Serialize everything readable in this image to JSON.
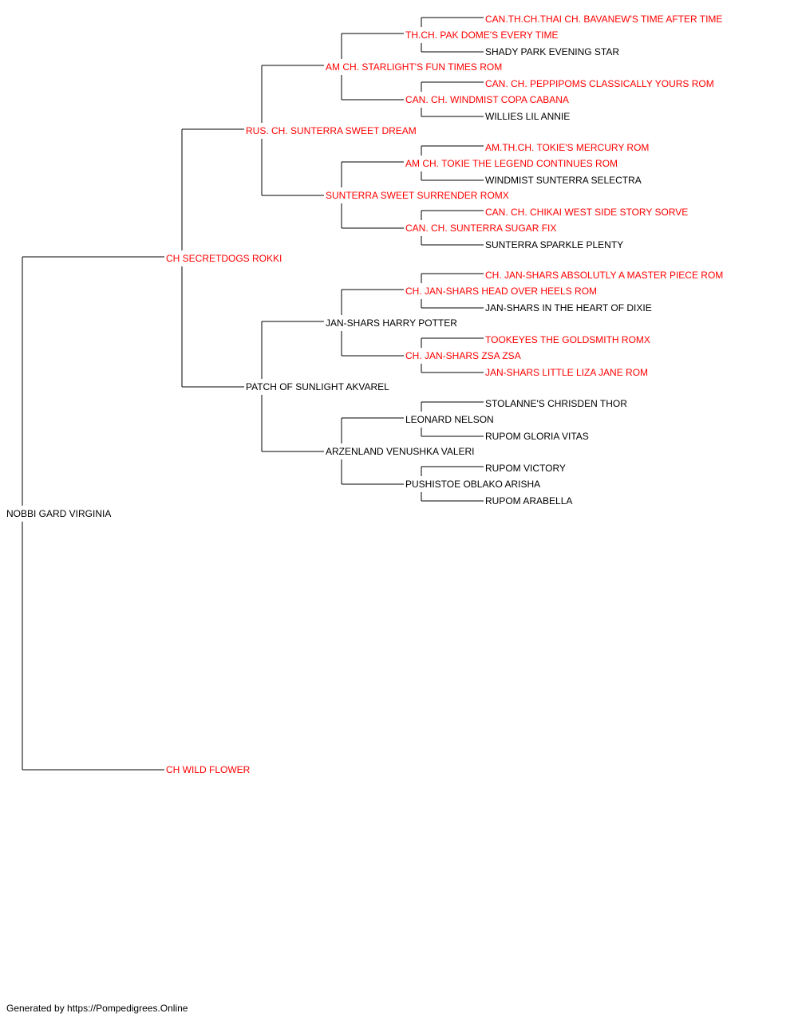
{
  "colors": {
    "champion": "#ff0000",
    "regular": "#000000",
    "line": "#000000"
  },
  "pedigree": {
    "name": "NOBBI GARD VIRGINIA",
    "champion": false,
    "sire": {
      "name": "CH SECRETDOGS ROKKI",
      "champion": true,
      "sire": {
        "name": "RUS. CH. SUNTERRA SWEET DREAM",
        "champion": true,
        "sire": {
          "name": "AM CH. STARLIGHT'S FUN TIMES ROM",
          "champion": true,
          "sire": {
            "name": "TH.CH. PAK DOME'S EVERY TIME",
            "champion": true,
            "sire": {
              "name": "CAN.TH.CH.THAI CH. BAVANEW'S TIME AFTER TIME",
              "champion": true
            },
            "dam": {
              "name": "SHADY PARK EVENING STAR",
              "champion": false
            }
          },
          "dam": {
            "name": "CAN. CH. WINDMIST COPA CABANA",
            "champion": true,
            "sire": {
              "name": "CAN. CH. PEPPIPOMS CLASSICALLY YOURS ROM",
              "champion": true
            },
            "dam": {
              "name": "WILLIES LIL ANNIE",
              "champion": false
            }
          }
        },
        "dam": {
          "name": "SUNTERRA SWEET SURRENDER ROMX",
          "champion": true,
          "sire": {
            "name": "AM CH. TOKIE THE LEGEND CONTINUES ROM",
            "champion": true,
            "sire": {
              "name": "AM.TH.CH. TOKIE'S MERCURY ROM",
              "champion": true
            },
            "dam": {
              "name": "WINDMIST SUNTERRA SELECTRA",
              "champion": false
            }
          },
          "dam": {
            "name": "CAN. CH. SUNTERRA SUGAR FIX",
            "champion": true,
            "sire": {
              "name": "CAN. CH. CHIKAI WEST SIDE STORY SORVE",
              "champion": true
            },
            "dam": {
              "name": "SUNTERRA SPARKLE PLENTY",
              "champion": false
            }
          }
        }
      },
      "dam": {
        "name": "PATCH OF SUNLIGHT AKVAREL",
        "champion": false,
        "sire": {
          "name": "JAN-SHARS HARRY POTTER",
          "champion": false,
          "sire": {
            "name": "CH. JAN-SHARS HEAD OVER HEELS ROM",
            "champion": true,
            "sire": {
              "name": "CH. JAN-SHARS ABSOLUTLY A MASTER PIECE ROM",
              "champion": true
            },
            "dam": {
              "name": "JAN-SHARS IN THE HEART OF DIXIE",
              "champion": false
            }
          },
          "dam": {
            "name": "CH. JAN-SHARS ZSA ZSA",
            "champion": true,
            "sire": {
              "name": "TOOKEYES THE GOLDSMITH ROMX",
              "champion": true
            },
            "dam": {
              "name": "JAN-SHARS LITTLE LIZA JANE ROM",
              "champion": true
            }
          }
        },
        "dam": {
          "name": "ARZENLAND VENUSHKA VALERI",
          "champion": false,
          "sire": {
            "name": "LEONARD NELSON",
            "champion": false,
            "sire": {
              "name": "STOLANNE'S CHRISDEN THOR",
              "champion": false
            },
            "dam": {
              "name": "RUPOM GLORIA VITAS",
              "champion": false
            }
          },
          "dam": {
            "name": "PUSHISTOE OBLAKO ARISHA",
            "champion": false,
            "sire": {
              "name": "RUPOM VICTORY",
              "champion": false
            },
            "dam": {
              "name": "RUPOM ARABELLA",
              "champion": false
            }
          }
        }
      }
    },
    "dam": {
      "name": "CH WILD FLOWER",
      "champion": true
    }
  },
  "footer": {
    "text": "Generated by https://Pompedigrees.Online"
  }
}
